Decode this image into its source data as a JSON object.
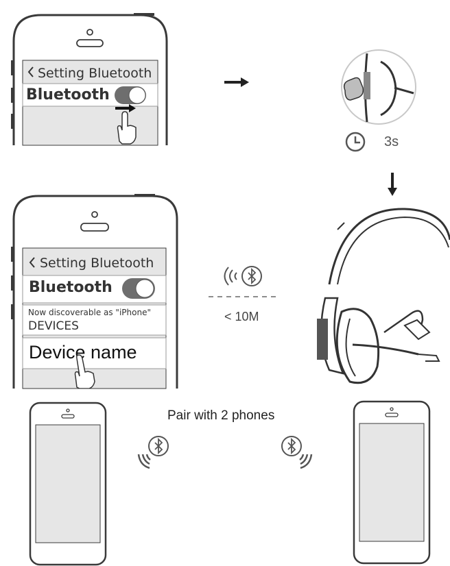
{
  "step1": {
    "nav_title": "Setting Bluetooth",
    "toggle_label": "Bluetooth"
  },
  "step2": {
    "duration": "3s"
  },
  "step3": {
    "nav_title": "Setting Bluetooth",
    "toggle_label": "Bluetooth",
    "discoverable_text": "Now discoverable as \"iPhone\"",
    "devices_header": "DEVICES",
    "device_name": "Device name",
    "range_label": "< 10M"
  },
  "step4": {
    "caption": "Pair with 2 phones"
  },
  "colors": {
    "line": "#3a3a3a",
    "screen_gray": "#e6e6e6",
    "toggle_gray": "#6e6e6e"
  },
  "icons": [
    "arrow-right-icon",
    "arrow-down-icon",
    "clock-icon",
    "bluetooth-icon",
    "signal-waves-icon",
    "hand-pointer-icon",
    "headset-illustration"
  ]
}
